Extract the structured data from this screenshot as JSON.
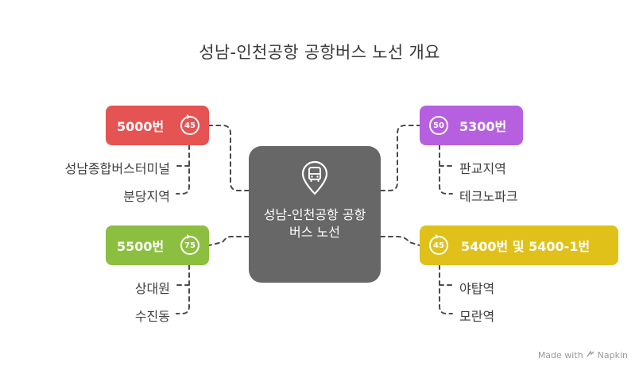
{
  "title": "성남-인천공항 공항버스 노선 개요",
  "center": {
    "label": "성남-인천공항 공항버스 노선",
    "icon": "bus-stop-pin-icon"
  },
  "routes": {
    "r5000": {
      "label": "5000번",
      "badge": "45",
      "color": "#e55353",
      "stops": [
        "성남종합버스터미널",
        "분당지역"
      ]
    },
    "r5500": {
      "label": "5500번",
      "badge": "75",
      "color": "#8cbf3f",
      "stops": [
        "상대원",
        "수진동"
      ]
    },
    "r5300": {
      "label": "5300번",
      "badge": "50",
      "color": "#b660e0",
      "stops": [
        "판교지역",
        "테크노파크"
      ]
    },
    "r5400": {
      "label": "5400번 및 5400-1번",
      "badge": "45",
      "color": "#e0c11a",
      "stops": [
        "야탑역",
        "모란역"
      ]
    }
  },
  "footer": {
    "text": "Made with",
    "brand": "Napkin"
  }
}
